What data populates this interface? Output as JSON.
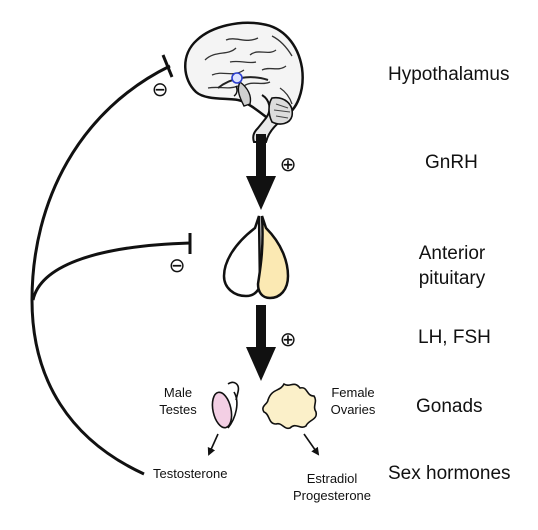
{
  "levels": {
    "hypothalamus": "Hypothalamus",
    "gnrh": "GnRH",
    "anterior_pituitary": [
      "Anterior",
      "pituitary"
    ],
    "lh_fsh": "LH, FSH",
    "gonads": "Gonads",
    "sex_hormones": "Sex hormones"
  },
  "gonads": {
    "male": [
      "Male",
      "Testes"
    ],
    "female": [
      "Female",
      "Ovaries"
    ]
  },
  "hormones": {
    "male": "Testosterone",
    "female": [
      "Estradiol",
      "Progesterone"
    ]
  },
  "signs": {
    "stimulate": "⊕",
    "inhibit": "⊖"
  },
  "colors": {
    "stroke": "#111111",
    "pituitary_posterior_fill": "#fbe9b3",
    "testis_fill": "#f3cfe4",
    "ovary_fill": "#fbf0c9",
    "hypothalamus_marker": "#2c3fd0"
  }
}
